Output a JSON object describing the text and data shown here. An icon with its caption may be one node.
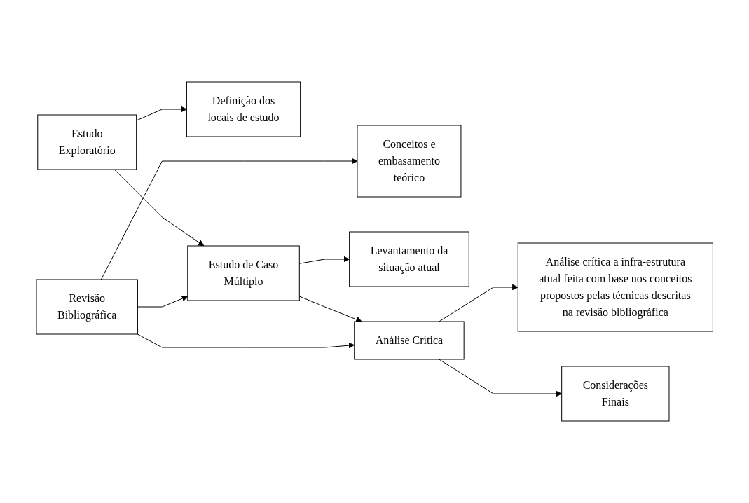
{
  "diagram": {
    "nodes": [
      {
        "text": [
          "Revisão Bibliográfica"
        ]
      },
      {
        "text": [
          "Conceitos e embasamento teórico"
        ]
      },
      {
        "text": [
          "Estudo Exploratório"
        ]
      },
      {
        "text": [
          "Definição dos locais de estudo"
        ]
      },
      {
        "text": [
          "Estudo de Caso Múltiplo"
        ]
      },
      {
        "text": [
          "Levantamento da situação atual"
        ]
      },
      {
        "text": [
          "Análise Crítica"
        ]
      },
      {
        "text": [
          "Análise crítica a infra-estrutura atual feita com base nos conceitos propostos pelas técnicas descritas na revisão bibliográfica"
        ]
      },
      {
        "text": [
          "Considerações Finais"
        ]
      }
    ],
    "edges": [
      {
        "from": 0,
        "to": 1,
        "arrow": "to"
      },
      {
        "from": 0,
        "to": 4,
        "arrow": "to"
      },
      {
        "from": 0,
        "to": 6,
        "arrow": "to"
      },
      {
        "from": 2,
        "to": 3,
        "arrow": "to"
      },
      {
        "from": 2,
        "to": 4,
        "arrow": "to"
      },
      {
        "from": 4,
        "to": 5,
        "arrow": "to"
      },
      {
        "from": 4,
        "to": 6,
        "arrow": "to"
      },
      {
        "from": 6,
        "to": 7,
        "arrow": "to"
      },
      {
        "from": 6,
        "to": 8,
        "arrow": "to"
      }
    ]
  }
}
